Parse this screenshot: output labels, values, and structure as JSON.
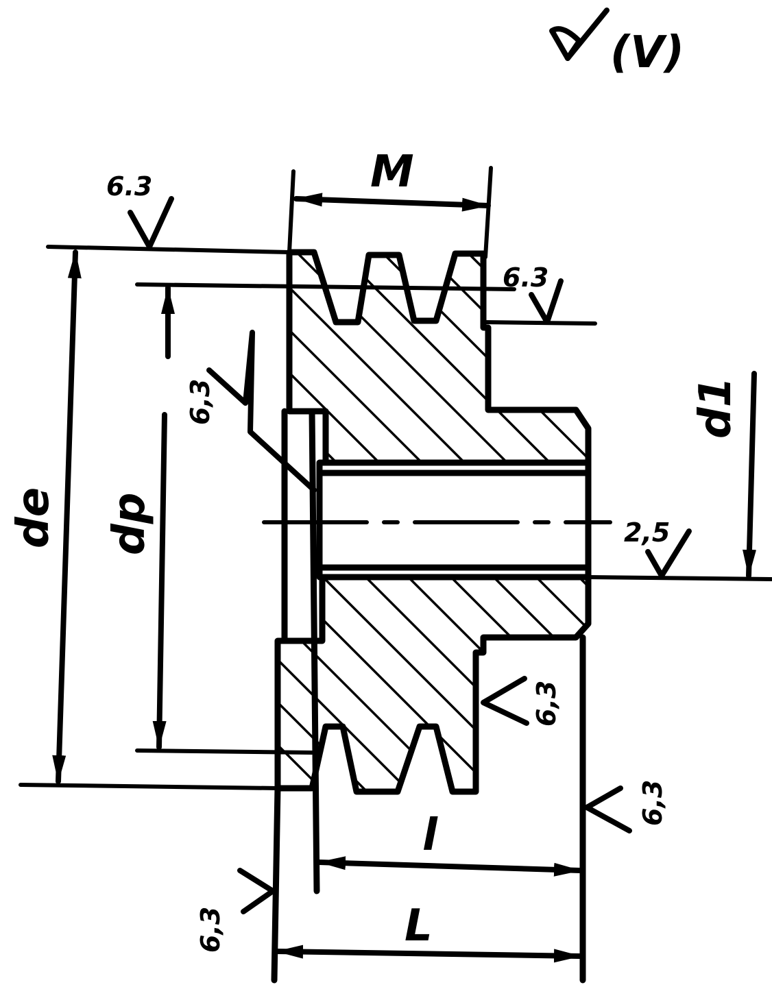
{
  "roughness_general": "(V)",
  "dimensions": {
    "M": "M",
    "de": "de",
    "dp": "dp",
    "d1": "d1",
    "l": "l",
    "L": "L"
  },
  "roughness": {
    "top_outer": "6.3",
    "groove": "6.3",
    "left_face_upper": "6,3",
    "bore": "2,5",
    "right_groove": "6,3",
    "right_face": "6,3",
    "left_face_lower": "6,3"
  },
  "colors": {
    "ink": "#000000",
    "paper": "#ffffff"
  }
}
